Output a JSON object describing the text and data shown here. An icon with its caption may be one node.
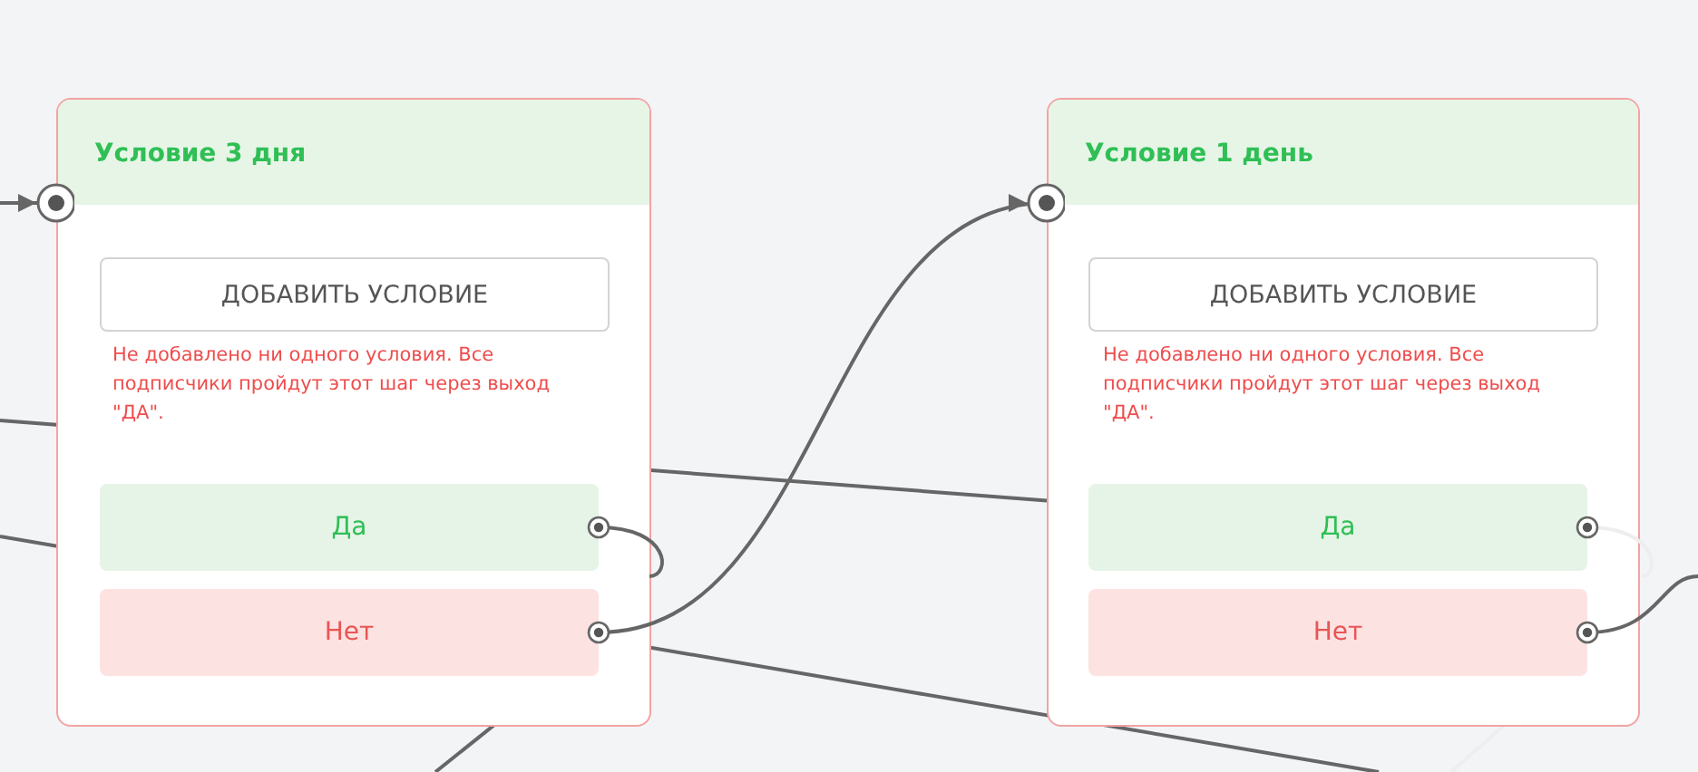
{
  "diagram": {
    "nodes": [
      {
        "text": [
          "Условие 3 дня",
          "Не добавлено ни одного условия. Все подписчики пройдут этот шаг через выход \"ДА\"."
        ]
      },
      {
        "text": [
          "ДОБАВИТЬ УСЛОВИЕ"
        ],
        "in": 0
      },
      {
        "text": [
          "Да"
        ],
        "in": 0
      },
      {
        "text": [
          "Нет"
        ],
        "in": 0
      },
      {
        "text": [
          "Условие 1 день",
          "Не добавлено ни одного условия. Все подписчики пройдут этот шаг через выход \"ДА\"."
        ]
      },
      {
        "text": [
          "ДОБАВИТЬ УСЛОВИЕ"
        ],
        "in": 4
      },
      {
        "text": [
          "Да"
        ],
        "in": 4
      },
      {
        "text": [
          "Нет"
        ],
        "in": 4
      }
    ],
    "edges": [
      {
        "from": null,
        "to": 0,
        "arrow": "to"
      },
      {
        "from": 3,
        "to": 4,
        "arrow": "to"
      },
      {
        "from": 2,
        "to": null,
        "arrow": "other"
      },
      {
        "from": 6,
        "to": null,
        "arrow": "other",
        "color": "#eeeeee"
      },
      {
        "from": 7,
        "to": null,
        "arrow": "other"
      }
    ]
  }
}
